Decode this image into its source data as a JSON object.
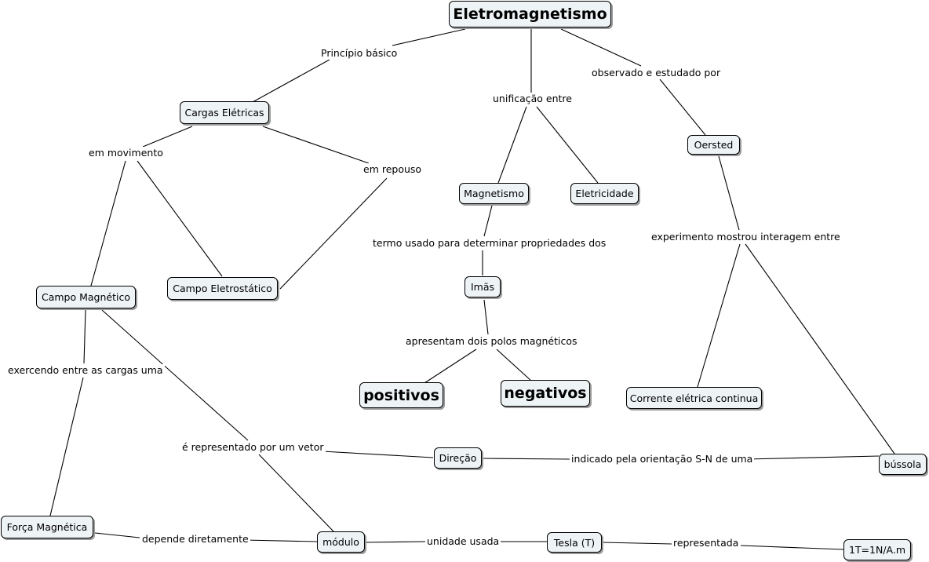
{
  "nodes": {
    "eletromagnetismo": "Eletromagnetismo",
    "cargas_eletricas": "Cargas Elétricas",
    "campo_magnetico": "Campo Magnético",
    "campo_eletrostatico": "Campo Eletrostático",
    "forca_magnetica": "Força Magnética",
    "magnetismo": "Magnetismo",
    "eletricidade": "Eletricidade",
    "imas": "Imãs",
    "positivos": "positivos",
    "negativos": "negativos",
    "oersted": "Oersted",
    "corrente_eletrica": "Corrente elétrica continua",
    "direcao": "Direção",
    "bussola": "bússola",
    "modulo": "módulo",
    "tesla": "Tesla (T)",
    "unidade_tesla": "1T=1N/A.m"
  },
  "links": {
    "principio_basico": "Princípio básico",
    "unificacao_entre": "unificação entre",
    "observado_por": "observado e estudado por",
    "em_movimento": "em movimento",
    "em_repouso": "em repouso",
    "termo_usado": "termo usado para determinar propriedades dos",
    "apresentam": "apresentam dois polos magnéticos",
    "experimento": "experimento mostrou interagem entre",
    "exercendo": "exercendo entre as cargas uma",
    "representado_vetor": "é representado por um vetor",
    "indicado_orientacao": "indicado pela orientação S-N de uma",
    "depende_diretamente": "depende diretamente",
    "unidade_usada": "unidade usada",
    "representada": "representada"
  }
}
